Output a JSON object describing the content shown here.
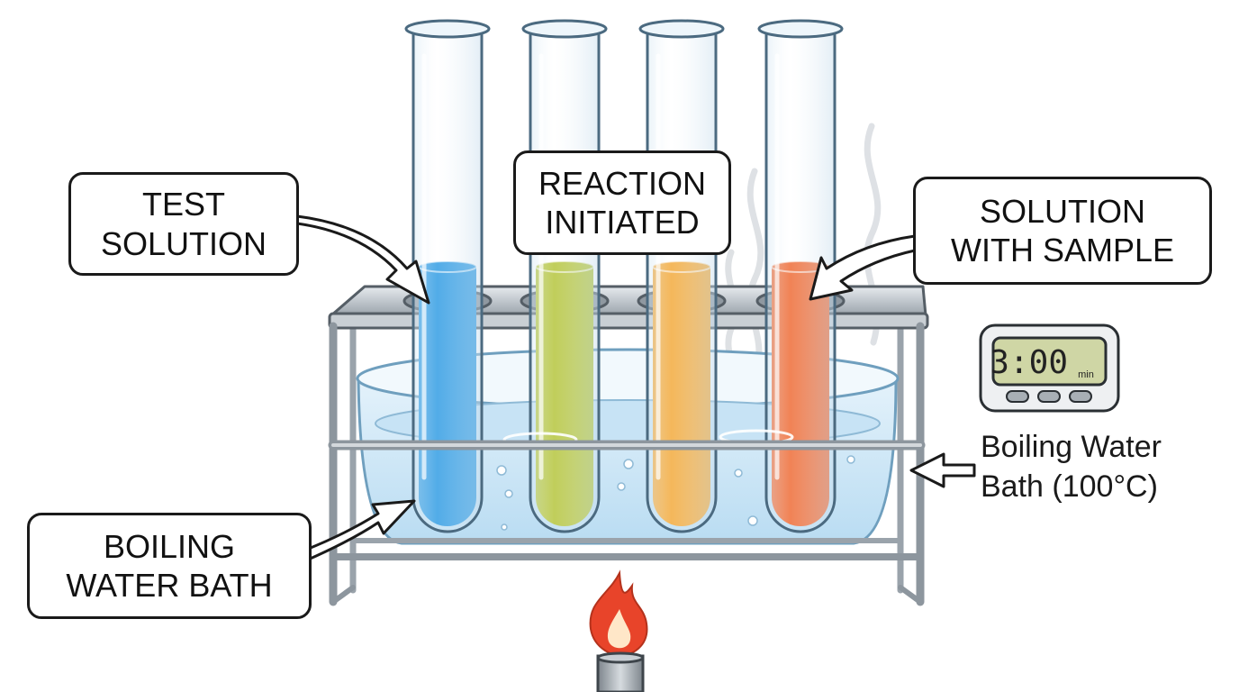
{
  "callouts": {
    "test_solution": [
      "TEST",
      "SOLUTION"
    ],
    "reaction_initiated": [
      "REACTION",
      "INITIATED"
    ],
    "solution_with_sample": [
      "SOLUTION",
      "WITH SAMPLE"
    ],
    "boiling_water_bath": [
      "BOILING",
      "WATER BATH"
    ]
  },
  "side_label": [
    "Boiling Water",
    "Bath (100°C)"
  ],
  "timer": {
    "time": "3:00",
    "unit": "min"
  },
  "tubes": [
    {
      "liquid": "blue",
      "color": "#2f9be3"
    },
    {
      "liquid": "yellow-green",
      "color": "#b4c43a"
    },
    {
      "liquid": "orange-yellow",
      "color": "#f2a93a"
    },
    {
      "liquid": "orange-red",
      "color": "#ee6a34"
    }
  ],
  "colors": {
    "water": "#cfe8f7",
    "metal": "#b8bfc6",
    "outline": "#1a1a1a",
    "flame": "#e8442a"
  }
}
